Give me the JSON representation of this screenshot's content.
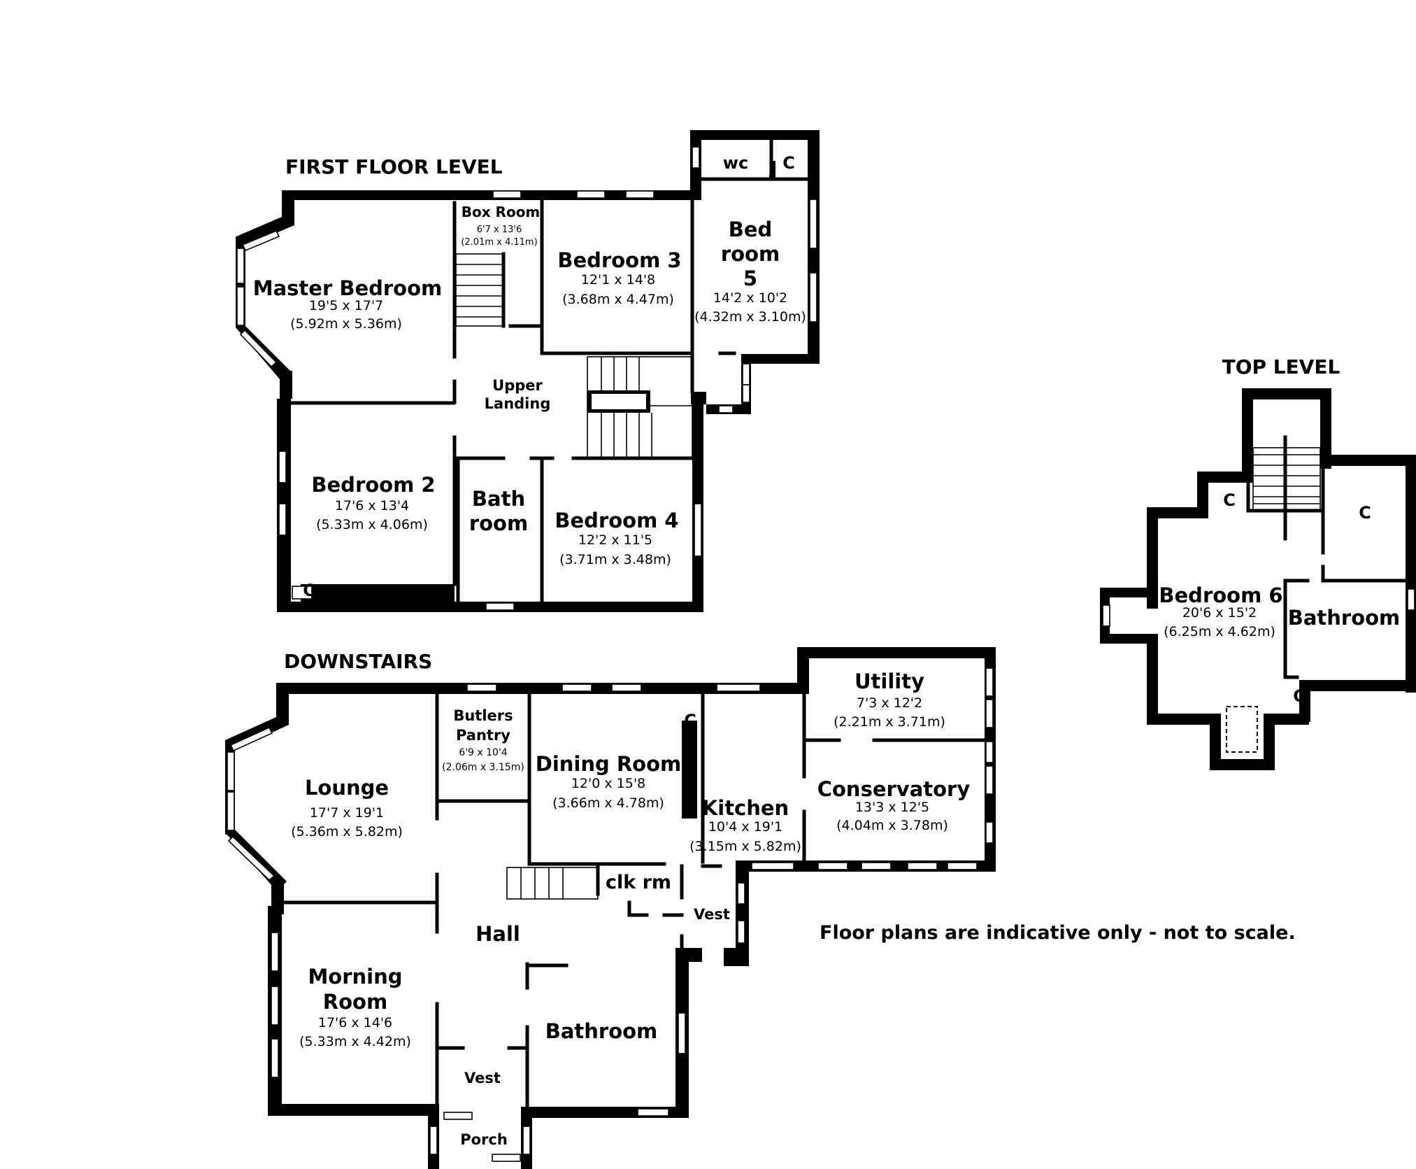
{
  "headings": {
    "first_floor": "FIRST FLOOR LEVEL",
    "downstairs": "DOWNSTAIRS",
    "top_level": "TOP LEVEL"
  },
  "disclaimer": "Floor plans are indicative only - not to scale.",
  "first_floor": {
    "master_bedroom": {
      "name": "Master Bedroom",
      "imperial": "19'5 x 17'7",
      "metric": "(5.92m x 5.36m)"
    },
    "box_room": {
      "name": "Box Room",
      "imperial": "6'7 x 13'6",
      "metric": "(2.01m x 4.11m)"
    },
    "bedroom3": {
      "name": "Bedroom 3",
      "imperial": "12'1 x 14'8",
      "metric": "(3.68m x 4.47m)"
    },
    "bedroom5": {
      "name_line1": "Bed",
      "name_line2": "room",
      "name_line3": "5",
      "imperial": "14'2 x 10'2",
      "metric": "(4.32m x 3.10m)"
    },
    "wc": "wc",
    "cupboard_top": "C",
    "upper_landing": {
      "line1": "Upper",
      "line2": "Landing"
    },
    "bedroom2": {
      "name": "Bedroom 2",
      "imperial": "17'6 x 13'4",
      "metric": "(5.33m x 4.06m)"
    },
    "cupboard_b2": "C",
    "bathroom": {
      "line1": "Bath",
      "line2": "room"
    },
    "bedroom4": {
      "name": "Bedroom 4",
      "imperial": "12'2 x 11'5",
      "metric": "(3.71m x 3.48m)"
    }
  },
  "downstairs": {
    "lounge": {
      "name": "Lounge",
      "imperial": "17'7 x 19'1",
      "metric": "(5.36m x 5.82m)"
    },
    "butlers_pantry": {
      "line1": "Butlers",
      "line2": "Pantry",
      "imperial": "6'9 x 10'4",
      "metric": "(2.06m x 3.15m)"
    },
    "dining_room": {
      "name": "Dining Room",
      "imperial": "12'0 x 15'8",
      "metric": "(3.66m x 4.78m)"
    },
    "cupboard_dining": "C",
    "kitchen": {
      "name": "Kitchen",
      "imperial": "10'4 x 19'1",
      "metric": "(3.15m x 5.82m)"
    },
    "utility": {
      "name": "Utility",
      "imperial": "7'3 x 12'2",
      "metric": "(2.21m x 3.71m)"
    },
    "conservatory": {
      "name": "Conservatory",
      "imperial": "13'3 x 12'5",
      "metric": "(4.04m x 3.78m)"
    },
    "clk_rm": "clk rm",
    "vest_side": "Vest",
    "hall": "Hall",
    "morning_room": {
      "line1": "Morning",
      "line2": "Room",
      "imperial": "17'6 x 14'6",
      "metric": "(5.33m x 4.42m)"
    },
    "bathroom": "Bathroom",
    "vest_front": "Vest",
    "porch": "Porch"
  },
  "top_level": {
    "bedroom6": {
      "name": "Bedroom 6",
      "imperial": "20'6 x 15'2",
      "metric": "(6.25m x 4.62m)"
    },
    "bathroom": "Bathroom",
    "cupboard_left": "C",
    "cupboard_right": "C",
    "cupboard_bottom": "C"
  }
}
